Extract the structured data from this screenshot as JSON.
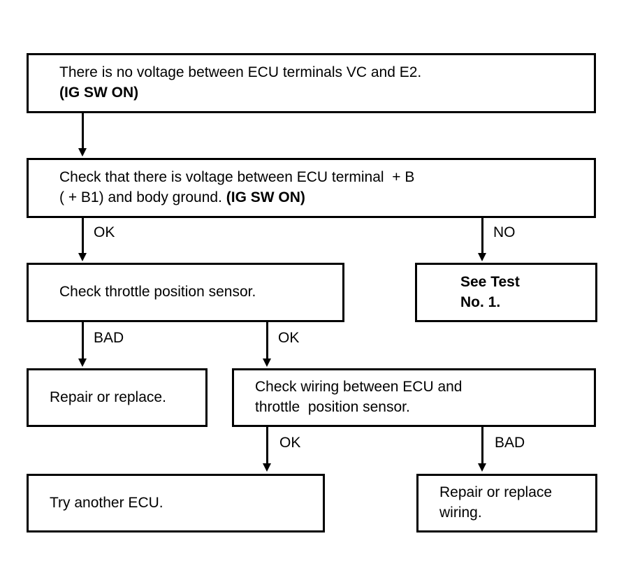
{
  "diagram": {
    "title": "ECU voltage troubleshooting flowchart",
    "colors": {
      "line": "#000000",
      "background": "#ffffff",
      "text": "#000000"
    },
    "nodes": [
      {
        "id": "no-voltage-vc-e2",
        "lines": [
          "There is no voltage between ECU terminals VC and E2.",
          "(IG SW ON)"
        ],
        "bold": [
          false,
          true
        ]
      },
      {
        "id": "check-voltage-b-plus",
        "lines": [
          "Check that there is voltage between ECU terminal  + B",
          "( + B1) and body ground. (IG SW ON)"
        ],
        "bold": [
          false,
          false
        ],
        "partial_bold_tail": "(IG SW ON)"
      },
      {
        "id": "check-throttle-position-sensor",
        "lines": [
          "Check throttle position sensor."
        ],
        "bold": [
          false
        ]
      },
      {
        "id": "see-test-no-1",
        "lines": [
          "See Test",
          "No. 1."
        ],
        "bold": [
          true,
          true
        ]
      },
      {
        "id": "repair-or-replace",
        "lines": [
          "Repair or replace."
        ],
        "bold": [
          false
        ]
      },
      {
        "id": "check-wiring-ecu-tps",
        "lines": [
          "Check wiring between ECU and",
          "throttle  position sensor."
        ],
        "bold": [
          false,
          false
        ]
      },
      {
        "id": "try-another-ecu",
        "lines": [
          "Try another ECU."
        ],
        "bold": [
          false
        ]
      },
      {
        "id": "repair-or-replace-wiring",
        "lines": [
          "Repair or replace",
          "wiring."
        ],
        "bold": [
          false,
          false
        ]
      }
    ],
    "edges": [
      {
        "id": "e1",
        "from": "no-voltage-vc-e2",
        "to": "check-voltage-b-plus",
        "label": ""
      },
      {
        "id": "e2",
        "from": "check-voltage-b-plus",
        "to": "check-throttle-position-sensor",
        "label": "OK"
      },
      {
        "id": "e3",
        "from": "check-voltage-b-plus",
        "to": "see-test-no-1",
        "label": "NO"
      },
      {
        "id": "e4",
        "from": "check-throttle-position-sensor",
        "to": "repair-or-replace",
        "label": "BAD"
      },
      {
        "id": "e5",
        "from": "check-throttle-position-sensor",
        "to": "check-wiring-ecu-tps",
        "label": "OK"
      },
      {
        "id": "e6",
        "from": "check-wiring-ecu-tps",
        "to": "try-another-ecu",
        "label": "OK"
      },
      {
        "id": "e7",
        "from": "check-wiring-ecu-tps",
        "to": "repair-or-replace-wiring",
        "label": "BAD"
      }
    ]
  }
}
